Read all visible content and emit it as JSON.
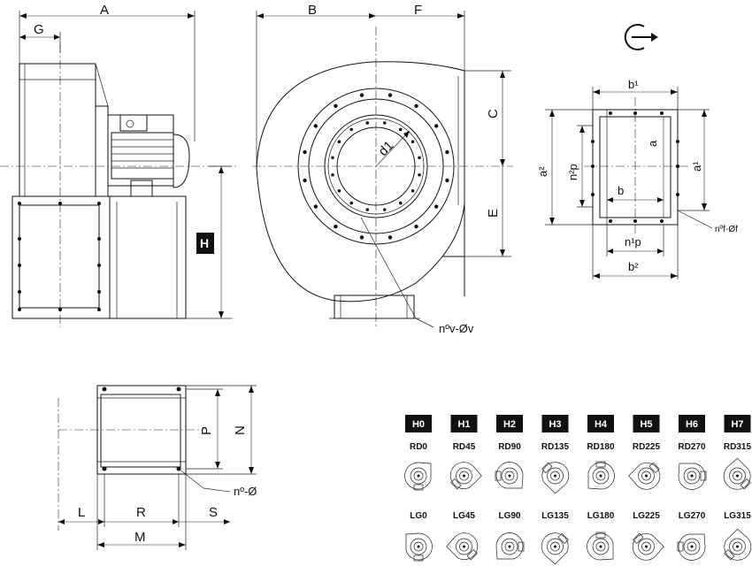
{
  "side_view": {
    "dim_A": "A",
    "dim_G": "G",
    "dim_H": "H"
  },
  "front_view": {
    "dim_B": "B",
    "dim_F": "F",
    "dim_C": "C",
    "dim_E": "E",
    "dim_d1": "d1",
    "bolt_callout": "nºv-Øv"
  },
  "rotation_icon": "clockwise-rotation-arrow-icon",
  "outlet_flange": {
    "dim_b1": "b¹",
    "dim_a": "a",
    "dim_a1": "a¹",
    "dim_a2": "a²",
    "dim_n2p": "n²p",
    "dim_b": "b",
    "dim_n1p": "n¹p",
    "dim_b2": "b²",
    "bolt_callout": "nºf-Øf"
  },
  "base_view": {
    "dim_P": "P",
    "dim_N": "N",
    "dim_L": "L",
    "dim_R": "R",
    "dim_S": "S",
    "dim_M": "M",
    "bolt_callout": "nº-Ø"
  },
  "orientations": {
    "positions": [
      {
        "tag": "H0",
        "rd": "RD0",
        "lg": "LG0"
      },
      {
        "tag": "H1",
        "rd": "RD45",
        "lg": "LG45"
      },
      {
        "tag": "H2",
        "rd": "RD90",
        "lg": "LG90"
      },
      {
        "tag": "H3",
        "rd": "RD135",
        "lg": "LG135"
      },
      {
        "tag": "H4",
        "rd": "RD180",
        "lg": "LG180"
      },
      {
        "tag": "H5",
        "rd": "RD225",
        "lg": "LG225"
      },
      {
        "tag": "H6",
        "rd": "RD270",
        "lg": "LG270"
      },
      {
        "tag": "H7",
        "rd": "RD315",
        "lg": "LG315"
      }
    ]
  }
}
